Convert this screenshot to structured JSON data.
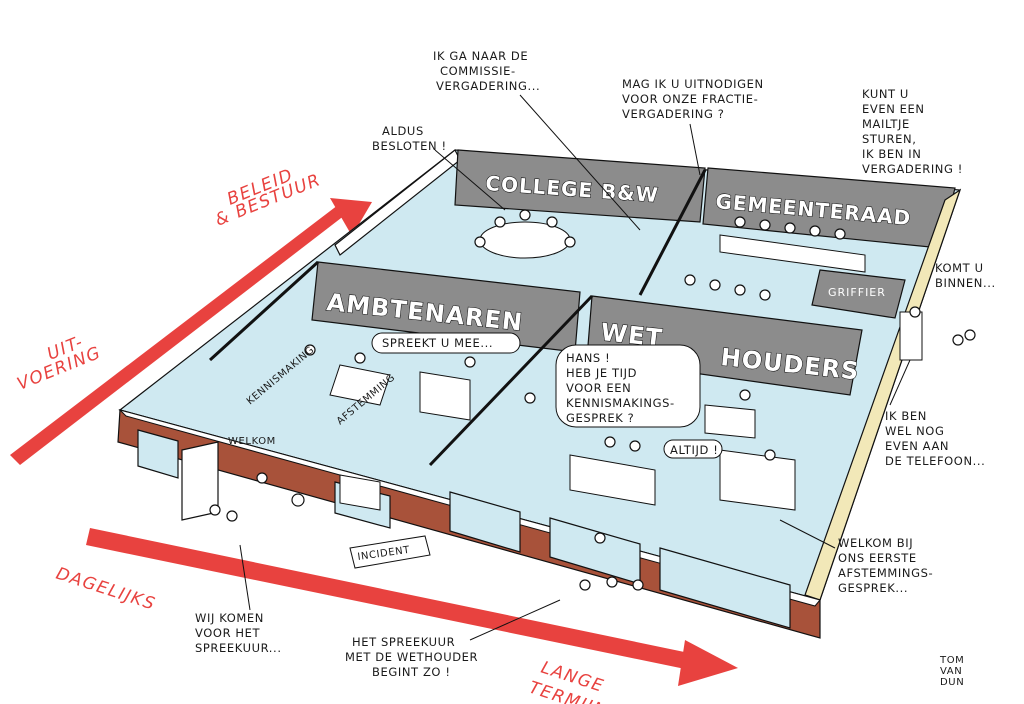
{
  "colors": {
    "floor": "#cfe9f1",
    "wall_brick": "#a8523a",
    "wall_side": "#f2e8b8",
    "wall_gray": "#8c8c8c",
    "arrow_red": "#e8423f"
  },
  "rooms": {
    "college": "COLLEGE B&W",
    "raad": "GEMEENTERAAD",
    "griffier": "GRIFFIER",
    "ambtenaren": "AMBTENAREN",
    "wet": "WET",
    "houders": "HOUDERS"
  },
  "labels": {
    "welkom_door": "WELKOM",
    "kennismaking": "KENNISMAKING",
    "afstemming": "AFSTEMMING",
    "incident": "INCIDENT"
  },
  "arrows": {
    "beleid_line1": "BELEID",
    "beleid_line2": "& BESTUUR",
    "uitvoering_line1": "UIT-",
    "uitvoering_line2": "VOERING",
    "dagelijks": "DAGELIJKS",
    "lange_line1": "LANGE",
    "lange_line2": "TERMIJN"
  },
  "bubbles": {
    "commissie": [
      "IK GA NAAR DE",
      "COMMISSIE-",
      "VERGADERING..."
    ],
    "fractie": [
      "MAG IK U UITNODIGEN",
      "VOOR ONZE FRACTIE-",
      "VERGADERING ?"
    ],
    "mailtje": [
      "KUNT U",
      "EVEN EEN",
      "MAILTJE",
      "STUREN,",
      "IK BEN IN",
      "VERGADERING !"
    ],
    "besloten": [
      "ALDUS",
      "BESLOTEN !"
    ],
    "binnen": [
      "KOMT U",
      "BINNEN..."
    ],
    "spreekt": "SPREEKT U MEE...",
    "hans": [
      "HANS !",
      "HEB JE TIJD",
      "VOOR EEN",
      "KENNISMAKINGS-",
      "GESPREK ?"
    ],
    "altijd": "ALTIJD !",
    "telefoon": [
      "IK BEN",
      "WEL NOG",
      "EVEN AAN",
      "DE TELEFOON..."
    ],
    "eerste": [
      "WELKOM BIJ",
      "ONS EERSTE",
      "AFSTEMMINGS-",
      "GESPREK..."
    ],
    "spreekuur_komen": [
      "WIJ KOMEN",
      "VOOR HET",
      "SPREEKUUR..."
    ],
    "spreekuur_begint": [
      "HET SPREEKUUR",
      "MET DE WETHOUDER",
      "BEGINT ZO !"
    ]
  },
  "signature": [
    "TOM",
    "VAN",
    "DUN"
  ]
}
